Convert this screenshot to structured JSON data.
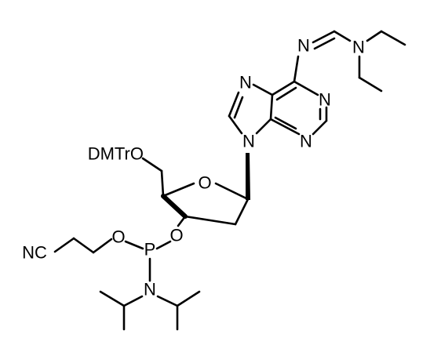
{
  "molecule": {
    "atom_labels": {
      "dmtr_o": "DMTrO",
      "nc": "NC",
      "o_chain": "O",
      "p": "P",
      "o_3prime": "O",
      "n_amine": "N",
      "o_ring": "O",
      "n7": "N",
      "n9": "N",
      "n1": "N",
      "n3": "N",
      "n_imine": "N",
      "n_dialkyl": "N"
    }
  }
}
